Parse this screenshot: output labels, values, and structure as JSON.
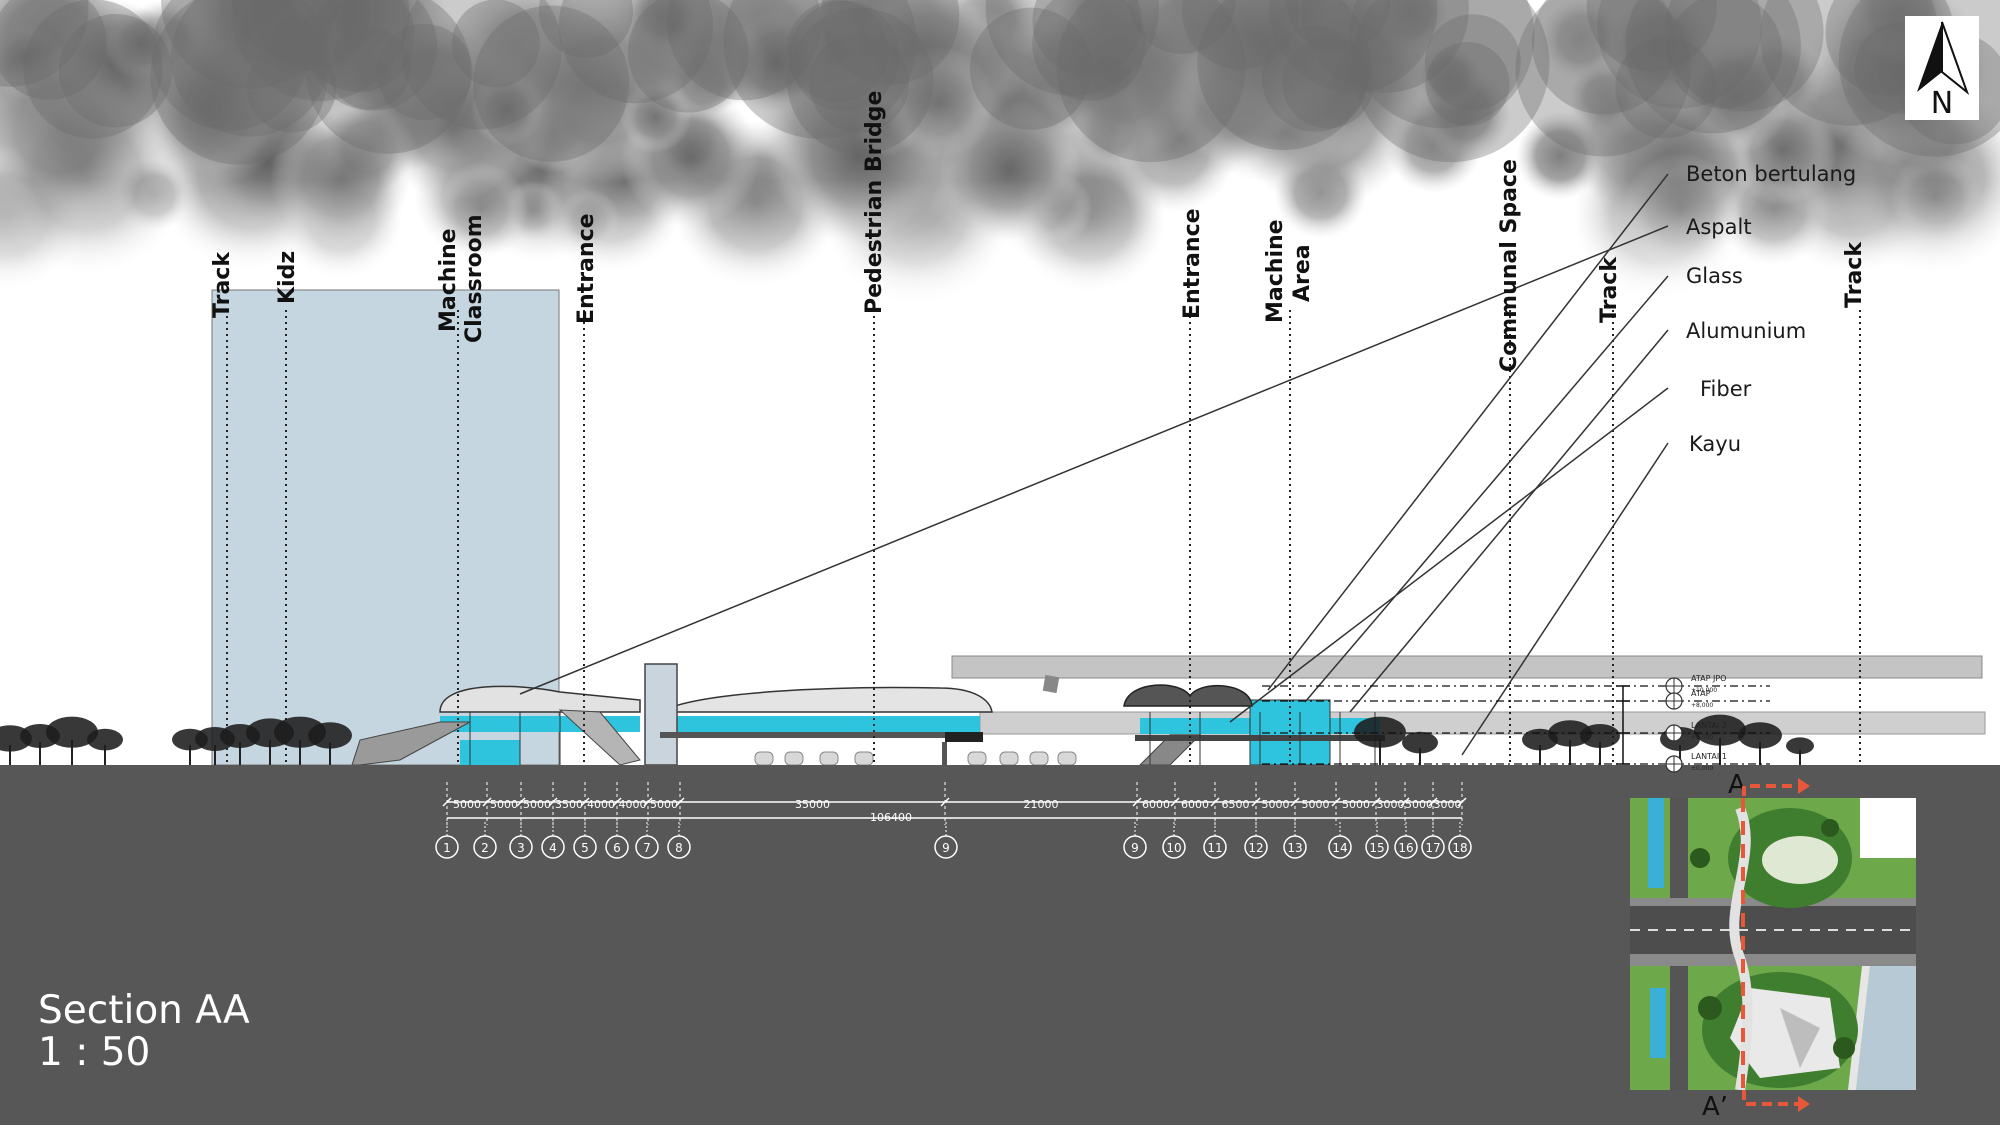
{
  "title": {
    "line1": "Section AA",
    "line2": "1 : 50"
  },
  "compass": {
    "letter": "N"
  },
  "zone_labels": [
    "Track",
    "Kidz",
    "Machine",
    "Classroom",
    "Entrance",
    "Pedestrian Bridge",
    "Entrance",
    "Machine",
    "Area",
    "Communal Space",
    "Track",
    "Track"
  ],
  "materials": [
    "Beton bertulang",
    "Aspalt",
    "Glass",
    "Alumunium",
    "Fiber",
    "Kayu"
  ],
  "levels": [
    {
      "name": "ATAP JPO",
      "value": "+10,000"
    },
    {
      "name": "ATAP",
      "value": "+8,000"
    },
    {
      "name": "LANTAI 2",
      "value": "+6,000"
    },
    {
      "name": "LANTAI 1",
      "value": "±0,000"
    }
  ],
  "dimensions": {
    "segments": [
      "5000",
      "5000",
      "5000",
      "3500",
      "4000",
      "4000",
      "5000",
      "35000",
      "21000",
      "6000",
      "6000",
      "6500",
      "5000",
      "5000",
      "5000",
      "3000",
      "5000",
      "3000"
    ],
    "total": "106400"
  },
  "grid_markers": [
    "1",
    "2",
    "3",
    "4",
    "5",
    "6",
    "7",
    "8",
    "9",
    "9",
    "10",
    "11",
    "12",
    "13",
    "14",
    "15",
    "16",
    "17",
    "18"
  ],
  "key_plan": {
    "top_label": "A",
    "bottom_label": "A’"
  },
  "colors": {
    "ground": "#575757",
    "glass": "#2fc4dd",
    "building_fill": "#c5d6e0",
    "section_line": "#e8573a",
    "grass": "#6da84a",
    "road": "#4d4d4d"
  }
}
